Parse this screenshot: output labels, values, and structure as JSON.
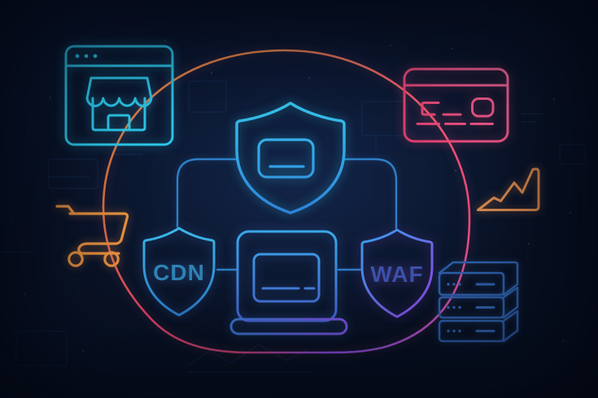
{
  "illustration": {
    "title": "E-commerce security network illustration",
    "labels": {
      "cdn": "CDN",
      "waf": "WAF"
    },
    "icons": [
      "storefront-browser-icon",
      "credit-card-icon",
      "shopping-cart-icon",
      "line-chart-icon",
      "server-stack-icon",
      "security-shield-icon",
      "cdn-shield-icon",
      "waf-shield-icon",
      "laptop-icon",
      "outer-ring"
    ],
    "palette": {
      "background": "#0a1428",
      "cyan": "#2cc6e9",
      "connector_blue": "#2d7ec6",
      "orange": "#e8913f",
      "chart_orange": "#d9894f",
      "pink": "#ee4b7a",
      "red_pink": "#e8436a",
      "purple": "#9a55f0",
      "laptop_blue": "#3f7fd8",
      "server_blue": "#2e5fa8",
      "cdn_text": "#2e86b8",
      "waf_text": "#3d53ac"
    }
  }
}
